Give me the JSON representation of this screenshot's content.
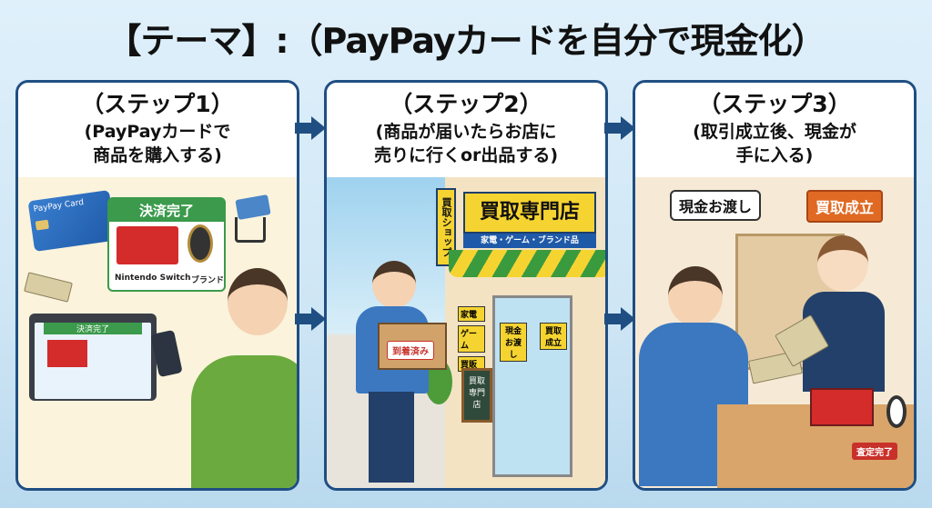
{
  "title": "【テーマ】:（PayPayカードを自分で現金化）",
  "steps": [
    {
      "label": "（ステップ1）",
      "desc1": "(PayPayカードで",
      "desc2": "商品を購入する)",
      "scene": {
        "card_label": "PayPay Card",
        "bubble_title": "決済完了",
        "item1": "Nintendo Switch",
        "item2": "ブランド",
        "laptop_title": "決済完了"
      }
    },
    {
      "label": "（ステップ2）",
      "desc1": "(商品が届いたらお店に",
      "desc2": "売りに行くor出品する)",
      "scene": {
        "vertical_sign": "買取ショップ",
        "shop_name": "買取専門店",
        "shop_sub": "家電・ゲーム・ブランド品",
        "box_label": "到着済み",
        "window_tags": [
          "家電",
          "ゲーム",
          "買販"
        ],
        "door_left": "現金お渡し",
        "door_right": "買取成立",
        "board": "買取専門店"
      }
    },
    {
      "label": "（ステップ3）",
      "desc1": "(取引成立後、現金が",
      "desc2": "手に入る)",
      "scene": {
        "speech": "現金お渡し",
        "hanging_sign": "買取成立",
        "badge": "査定完了"
      }
    }
  ],
  "colors": {
    "frame": "#1f4e82",
    "green": "#3b9a4b",
    "yellow": "#f5d431",
    "orange": "#e06a24"
  }
}
